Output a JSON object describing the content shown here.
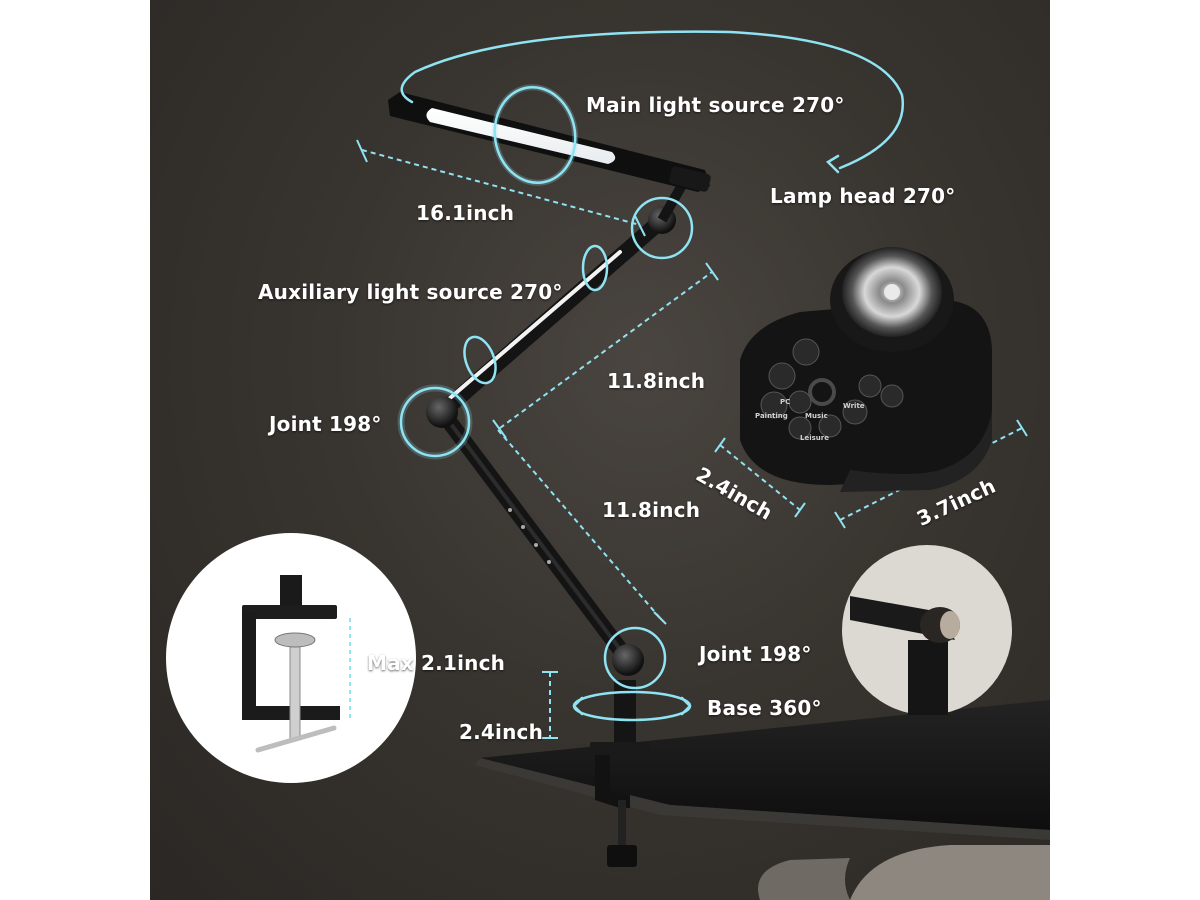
{
  "labels": {
    "main_light": "Main light source 270°",
    "lamp_head": "Lamp head 270°",
    "head_length": "16.1inch",
    "aux_light": "Auxiliary light source 270°",
    "upper_arm": "11.8inch",
    "joint_upper": "Joint 198°",
    "lower_arm": "11.8inch",
    "joint_lower": "Joint 198°",
    "base": "Base 360°",
    "base_height": "2.4inch",
    "clamp_max": "Max 2.1inch",
    "remote_width": "2.4inch",
    "remote_length": "3.7inch"
  },
  "remote_buttons": {
    "painting": "Painting",
    "pc": "PC",
    "music": "Music",
    "write": "Write",
    "leisure": "Leisure"
  },
  "colors": {
    "accent": "#8fe3f2",
    "background": "#36322e",
    "lamp_metal": "#1c1c1e"
  }
}
